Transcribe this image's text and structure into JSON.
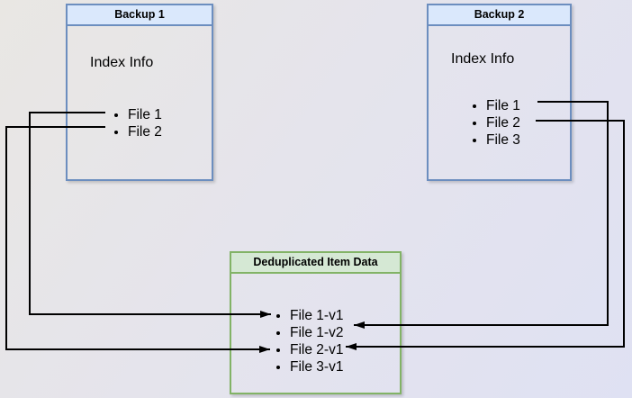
{
  "diagram": {
    "backup1": {
      "title": "Backup 1",
      "subtitle": "Index Info",
      "files": [
        "File 1",
        "File 2"
      ]
    },
    "backup2": {
      "title": "Backup 2",
      "subtitle": "Index Info",
      "files": [
        "File 1",
        "File 2",
        "File 3"
      ]
    },
    "dedup": {
      "title": "Deduplicated Item Data",
      "items": [
        "File 1-v1",
        "File 1-v2",
        "File 2-v1",
        "File 3-v1"
      ]
    },
    "connections": [
      {
        "from": "Backup 1 / File 1",
        "to": "Deduplicated Item Data / File 1-v1"
      },
      {
        "from": "Backup 1 / File 2",
        "to": "Deduplicated Item Data / File 2-v1"
      },
      {
        "from": "Backup 2 / File 1",
        "to": "Deduplicated Item Data / File 1-v2"
      },
      {
        "from": "Backup 2 / File 2",
        "to": "Deduplicated Item Data / File 2-v1"
      }
    ],
    "colors": {
      "background_top_left": "#e9e7e3",
      "background_mid": "#e5e4ec",
      "background_bottom_right": "#dfe1f3",
      "blue_box_border": "#6c8ebf",
      "blue_box_header_fill": "#dae8fc",
      "green_box_border": "#82b366",
      "green_box_header_fill": "#d5e8d4",
      "connector_line": "#000000",
      "text": "#000000"
    }
  }
}
